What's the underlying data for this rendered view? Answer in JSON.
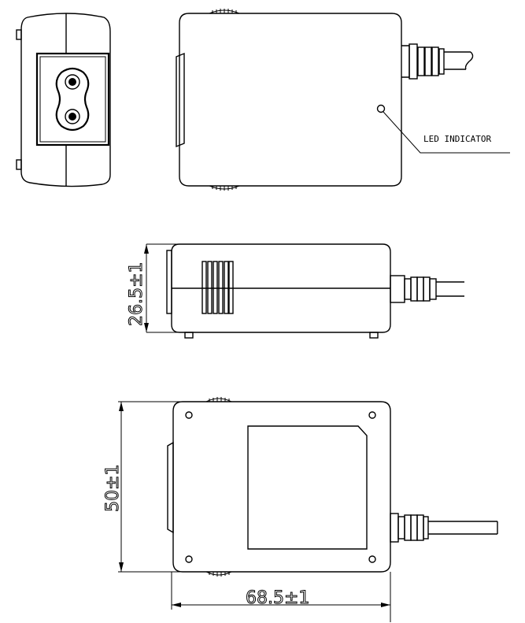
{
  "labels": {
    "led_indicator": "LED INDICATOR"
  },
  "dimensions": {
    "height": "26.5±1",
    "width": "50±1",
    "length": "68.5±1"
  }
}
